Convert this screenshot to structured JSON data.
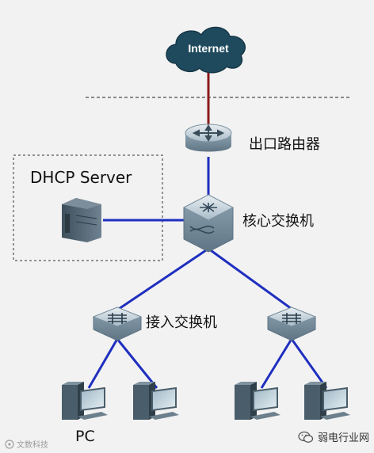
{
  "cloud": {
    "label": "Internet"
  },
  "router": {
    "label": "出口路由器"
  },
  "core_switch": {
    "label": "核心交换机"
  },
  "dhcp_server": {
    "label": "DHCP Server"
  },
  "access_switch": {
    "label": "接入交换机"
  },
  "pc": {
    "label": "PC"
  },
  "watermarks": {
    "left": "文数科技",
    "right": "弱电行业网"
  },
  "colors": {
    "wan_link": "#8b1a1a",
    "lan_link": "#1f2fbf",
    "cloud": "#1f4a5e",
    "device_body": "#9fb3c0"
  }
}
